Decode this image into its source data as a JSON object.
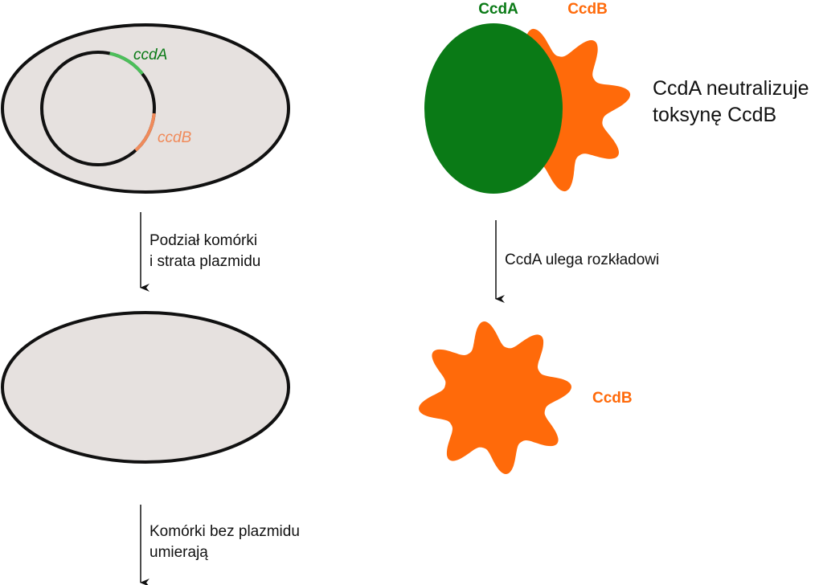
{
  "colors": {
    "cell_fill": "#e6e1df",
    "outline": "#111111",
    "ccdA": "#0a7a16",
    "ccdA_gene": "#4cbf5a",
    "ccdB": "#ff6a0a",
    "ccdB_gene": "#f08a5a",
    "text": "#111111"
  },
  "left": {
    "gene_ccdA": "ccdA",
    "gene_ccdB": "ccdB",
    "arrow1_label_line1": "Podział komórki",
    "arrow1_label_line2": "i strata plazmidu",
    "arrow2_label_line1": "Komórki bez plazmidu",
    "arrow2_label_line2": "umierają"
  },
  "right": {
    "protein_ccdA": "CcdA",
    "protein_ccdB": "CcdB",
    "note_line1": "CcdA neutralizuje",
    "note_line2": "toksynę CcdB",
    "arrow_label": "CcdA ulega rozkładowi",
    "protein_ccdB_free": "CcdB"
  },
  "icons": {
    "cell_with_plasmid": "cell-with-plasmid-icon",
    "cell_without_plasmid": "empty-cell-icon",
    "toxin": "star-toxin-icon",
    "antitoxin": "antitoxin-blob-icon"
  }
}
